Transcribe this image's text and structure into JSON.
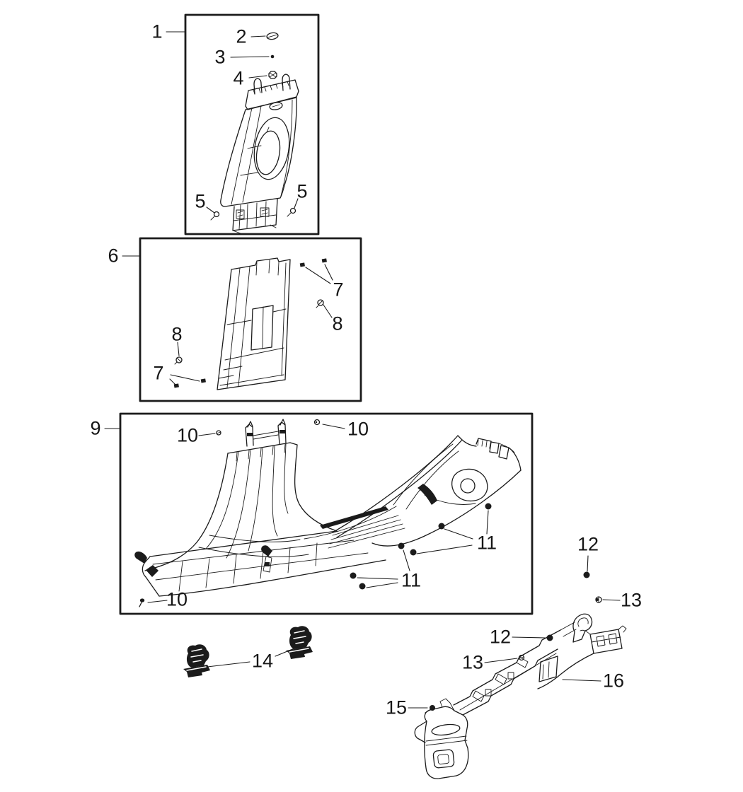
{
  "diagram": {
    "background": "#ffffff",
    "line_color": "#1b1b1b"
  },
  "callouts": [
    {
      "id": "1",
      "label": "1",
      "target_icon": "boxed-part"
    },
    {
      "id": "2",
      "label": "2",
      "target_icon": "screw-head"
    },
    {
      "id": "3",
      "label": "3",
      "target_icon": "pin-dot"
    },
    {
      "id": "4",
      "label": "4",
      "target_icon": "nut"
    },
    {
      "id": "5-left",
      "label": "5",
      "target_icon": "clip"
    },
    {
      "id": "5-right",
      "label": "5",
      "target_icon": "clip"
    },
    {
      "id": "6",
      "label": "6",
      "target_icon": "boxed-part"
    },
    {
      "id": "7-upper",
      "label": "7",
      "target_icon": "square-clip"
    },
    {
      "id": "8-upper",
      "label": "8",
      "target_icon": "clip"
    },
    {
      "id": "8-lower",
      "label": "8",
      "target_icon": "clip"
    },
    {
      "id": "7-lower",
      "label": "7",
      "target_icon": "square-clip"
    },
    {
      "id": "9",
      "label": "9",
      "target_icon": "boxed-part"
    },
    {
      "id": "10-top-left",
      "label": "10",
      "target_icon": "clip"
    },
    {
      "id": "10-top-right",
      "label": "10",
      "target_icon": "clip"
    },
    {
      "id": "10-bottom",
      "label": "10",
      "target_icon": "screw"
    },
    {
      "id": "11-right",
      "label": "11",
      "target_icon": "push-pin"
    },
    {
      "id": "11-left",
      "label": "11",
      "target_icon": "push-pin"
    },
    {
      "id": "12-upper",
      "label": "12",
      "target_icon": "push-pin"
    },
    {
      "id": "13-upper",
      "label": "13",
      "target_icon": "grommet"
    },
    {
      "id": "12-lower",
      "label": "12",
      "target_icon": "push-pin"
    },
    {
      "id": "13-lower",
      "label": "13",
      "target_icon": "grommet"
    },
    {
      "id": "14",
      "label": "14",
      "target_icon": "bracket"
    },
    {
      "id": "15",
      "label": "15",
      "target_icon": "push-pin"
    },
    {
      "id": "16",
      "label": "16",
      "target_icon": "rail-part"
    }
  ]
}
